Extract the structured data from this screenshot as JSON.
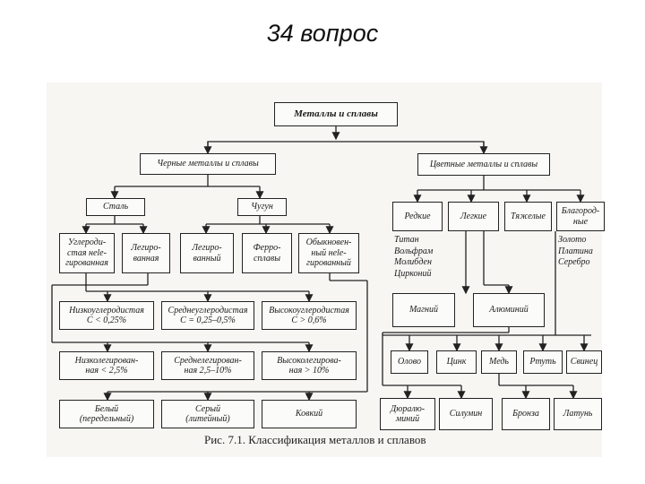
{
  "slide": {
    "title": "34 вопрос"
  },
  "figure": {
    "caption": "Рис. 7.1.   Классификация металлов и сплавов",
    "root": "Металлы и сплавы",
    "ferrous": "Черные металлы и сплавы",
    "nonferrous": "Цветные металлы и сплавы",
    "steel": "Сталь",
    "cast_iron": "Чугун",
    "steel_types": {
      "carbon": "Углероди-\nстая нele-\nгированная",
      "alloyed": "Легиро-\nванная"
    },
    "iron_types": {
      "alloyed": "Легиро-\nванный",
      "ferroalloys": "Ферро-\nсплавы",
      "ordinary": "Обыкновен-\nный нele-\nгированный"
    },
    "carbon_levels": {
      "low": "Низкоуглеродистая\nC < 0,25%",
      "medium": "Среднеуглеродистая\nC = 0,25–0,5%",
      "high": "Высокоуглеродистая\nC > 0,6%"
    },
    "alloy_levels": {
      "low": "Низколегирован-\nная < 2,5%",
      "medium": "Среднелегирован-\nная 2,5–10%",
      "high": "Высоколегирова-\nная > 10%"
    },
    "iron_kinds": {
      "white": "Белый\n(передельный)",
      "grey": "Серый\n(литейный)",
      "malleable": "Ковкий"
    },
    "nonferrous_groups": {
      "rare": "Редкие",
      "light": "Легкие",
      "heavy": "Тяжелые",
      "noble": "Благород-\nные"
    },
    "rare_list": "Титан\nВольфрам\nМолибден\nЦирконий",
    "noble_list": "Золото\nПлатина\nСеребро",
    "light_metals": {
      "magnesium": "Магний",
      "aluminum": "Алюминий"
    },
    "heavy_metals": {
      "tin": "Олово",
      "zinc": "Цинк",
      "copper": "Медь",
      "mercury": "Ртуть",
      "lead": "Свинец"
    },
    "alloys": {
      "duralumin": "Дюралю-\nминий",
      "silumin": "Силумин",
      "bronze": "Бронза",
      "brass": "Латунь"
    }
  }
}
